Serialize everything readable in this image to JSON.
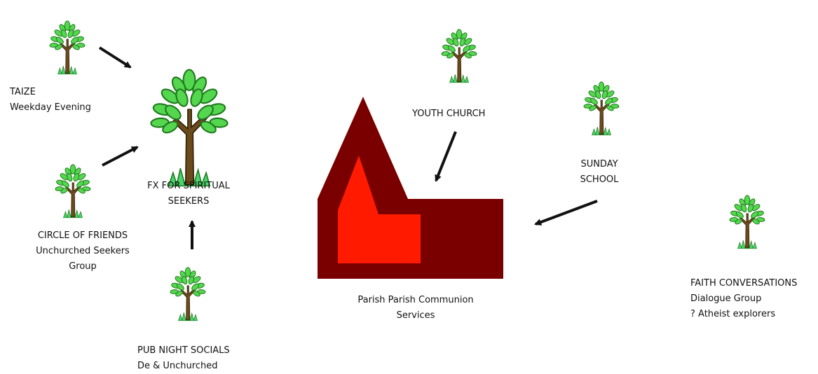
{
  "labels": {
    "taize": [
      "TAIZE",
      "Weekday Evening"
    ],
    "fx": [
      "FX FOR SPIRITUAL",
      "SEEKERS"
    ],
    "circle": [
      "CIRCLE OF FRIENDS",
      "Unchurched Seekers",
      "Group"
    ],
    "pub": [
      "PUB NIGHT SOCIALS",
      "De & Unchurched"
    ],
    "youth": [
      "YOUTH CHURCH"
    ],
    "sunday": [
      "SUNDAY",
      "SCHOOL"
    ],
    "parish": [
      "Parish Parish Communion",
      "Services"
    ],
    "faith": [
      "FAITH CONVERSATIONS",
      "Dialogue Group",
      "? Atheist explorers"
    ]
  },
  "colors": {
    "church_outer": "#7a0000",
    "church_inner": "#ff1a00",
    "leaf": "#55d64f",
    "leaf_dark": "#1f7a1e",
    "trunk": "#6b4a1c",
    "grass": "#49d36b",
    "arrow": "#111111"
  },
  "icons": {
    "tree": "tree-icon",
    "church": "church-icon",
    "arrow": "arrow-icon"
  }
}
